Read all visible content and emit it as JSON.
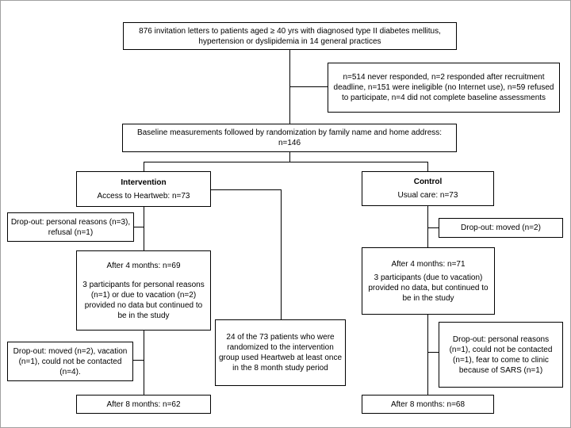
{
  "diagram": {
    "background_color": "#ffffff",
    "box_border_color": "#000000",
    "line_color": "#000000",
    "boxes": {
      "invitation": {
        "text": "876 invitation letters to patients aged ≥ 40 yrs with diagnosed type II diabetes mellitus, hypertension or dyslipidemia in 14 general practices"
      },
      "excluded": {
        "text": "n=514 never responded, n=2 responded after recruitment deadline, n=151 were ineligible (no Internet use), n=59 refused to participate, n=4 did not complete baseline assessments"
      },
      "baseline": {
        "text": "Baseline measurements followed by randomization by family name and home address: n=146"
      },
      "intervention": {
        "title": "Intervention",
        "text": "Access to Heartweb: n=73"
      },
      "control": {
        "title": "Control",
        "text": "Usual care: n=73"
      },
      "dropout_intervention_1": {
        "text": "Drop-out: personal reasons (n=3), refusal (n=1)"
      },
      "dropout_control_1": {
        "text": "Drop-out: moved (n=2)"
      },
      "after4_intervention": {
        "headline": "After 4 months: n=69",
        "note": "3 participants for personal reasons (n=1) or due to vacation (n=2) provided no data but continued to be in the study"
      },
      "after4_control": {
        "headline": "After 4 months: n=71",
        "note": "3 participants (due to vacation) provided no data, but continued to be in the study"
      },
      "heartweb_use": {
        "text": "24 of the 73 patients who were randomized to the intervention group used Heartweb at least once in the 8 month study period"
      },
      "dropout_intervention_2": {
        "text": "Drop-out: moved (n=2), vacation (n=1), could not be contacted (n=4)."
      },
      "dropout_control_2": {
        "text": "Drop-out: personal reasons (n=1), could not be contacted (n=1), fear to come to clinic because of SARS (n=1)"
      },
      "after8_intervention": {
        "text": "After 8 months: n=62"
      },
      "after8_control": {
        "text": "After 8 months: n=68"
      }
    }
  }
}
